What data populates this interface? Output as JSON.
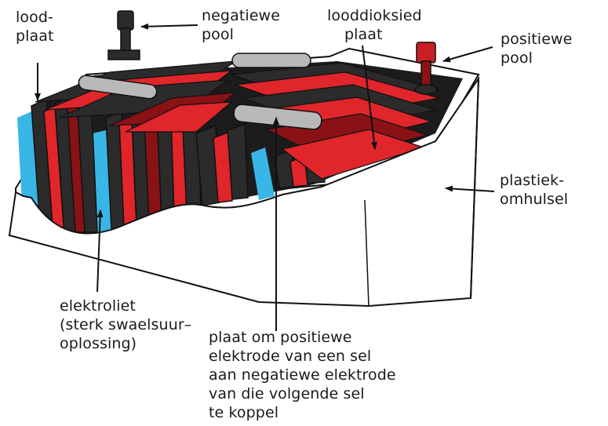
{
  "labels": {
    "lead_plate": [
      "lood-",
      "plaat"
    ],
    "negative_pole": [
      "negatiewe",
      "pool"
    ],
    "lead_dioxide_plate": [
      "looddioksied",
      "plaat"
    ],
    "positive_pole": [
      "positiewe",
      "pool"
    ],
    "plastic_casing": [
      "plastiek-",
      "omhulsel"
    ],
    "electrolyte": [
      "elektroliet",
      "(sterk swaelsuur–",
      "oplossing)"
    ],
    "connector_plate": [
      "plaat om positiewe",
      "elektrode van een sel",
      "aan negatiewe elektrode",
      "van die volgende sel",
      "te koppel"
    ]
  },
  "colors": {
    "lead": "#2b2b2b",
    "lead_dioxide": "#e0262b",
    "lead_dioxide_dark": "#8a1216",
    "electrolyte": "#38b6e6",
    "connector": "#b9b9b9",
    "casing": "#ffffff",
    "outline": "#111111"
  }
}
